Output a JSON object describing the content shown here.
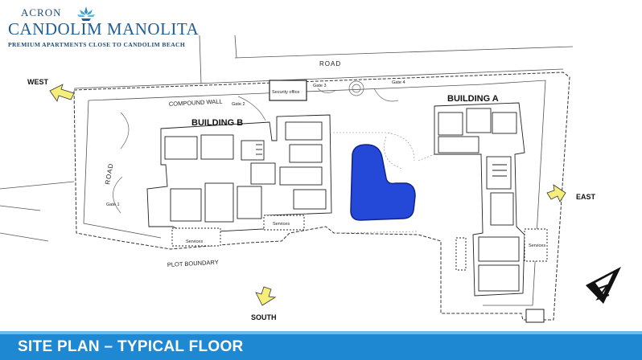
{
  "brand": {
    "developer": "ACRON",
    "project": "CANDOLIM MANOLITA",
    "tagline": "PREMIUM APARTMENTS CLOSE TO CANDOLIM BEACH"
  },
  "plan": {
    "road_top": "ROAD",
    "road_left": "ROAD",
    "compound_wall": "COMPOUND WALL",
    "plot_boundary": "PLOT BOUNDARY",
    "security_office": "Security office",
    "gates": [
      "Gate 1",
      "Gate 2",
      "Gate 3",
      "Gate 4"
    ],
    "building_a": "BUILDING A",
    "building_b": "BUILDING B",
    "services": [
      "Services",
      "Services",
      "Services"
    ]
  },
  "directions": {
    "west": "WEST",
    "east": "EAST",
    "south": "SOUTH"
  },
  "footer": {
    "title": "SITE PLAN – TYPICAL FLOOR"
  },
  "colors": {
    "brand_blue": "#1d5e96",
    "footer_blue": "#1e88d3",
    "pool_blue": "#2448d8",
    "arrow_yellow": "#f6ee7a"
  }
}
